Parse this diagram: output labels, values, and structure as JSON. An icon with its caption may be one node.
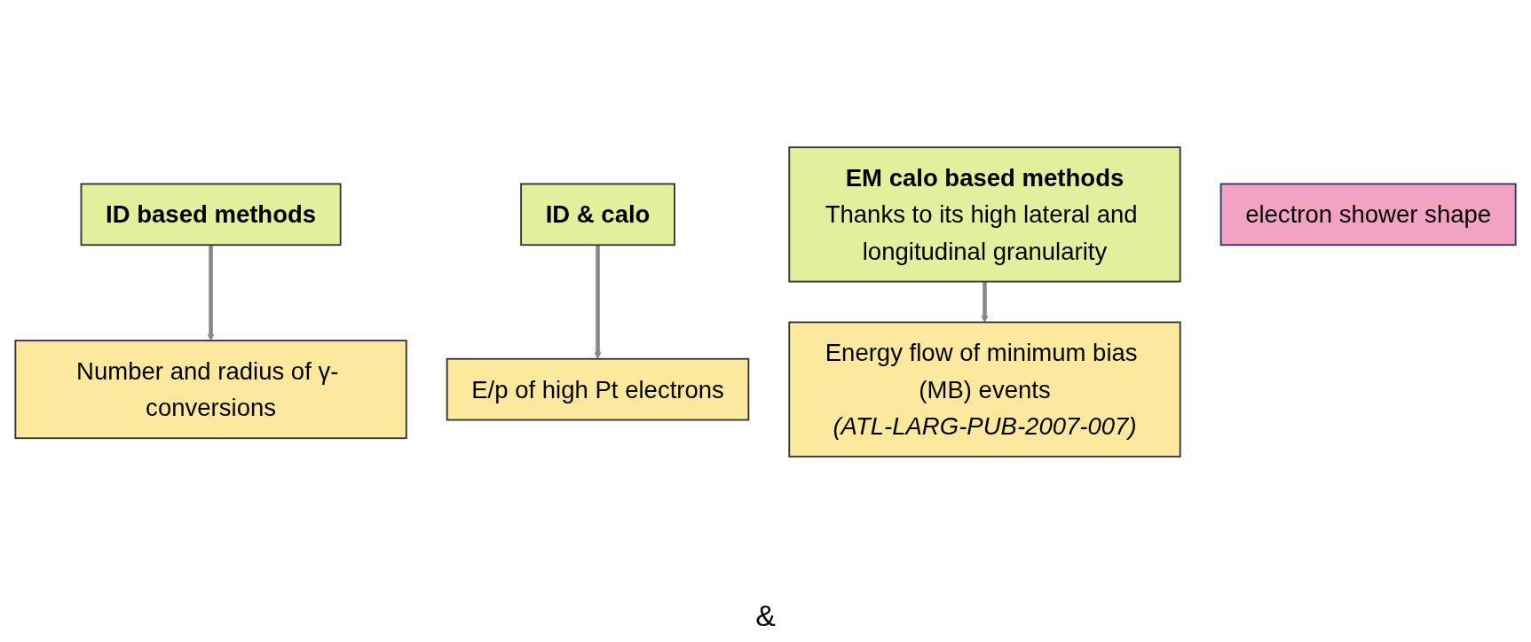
{
  "diagram": {
    "nodes": [
      {
        "text": [
          "ID based methods"
        ]
      },
      {
        "text": [
          "Number and radius of γ- conversions"
        ]
      },
      {
        "text": [
          "ID & calo"
        ]
      },
      {
        "text": [
          "E/p of high Pt electrons"
        ]
      },
      {
        "text": [
          "EM calo based methods",
          "Thanks to its high lateral and longitudinal granularity"
        ]
      },
      {
        "text": [
          "Energy flow of minimum bias (MB) events",
          "(ATL-LARG-PUB-2007-007)"
        ]
      },
      {
        "text": [
          "electron shower shape"
        ]
      }
    ],
    "edges": [
      {
        "from": 0,
        "to": 1,
        "arrow": "to"
      },
      {
        "from": 2,
        "to": 3,
        "arrow": "to"
      },
      {
        "from": 4,
        "to": 5,
        "arrow": "to"
      }
    ],
    "labels": [
      "&"
    ]
  }
}
